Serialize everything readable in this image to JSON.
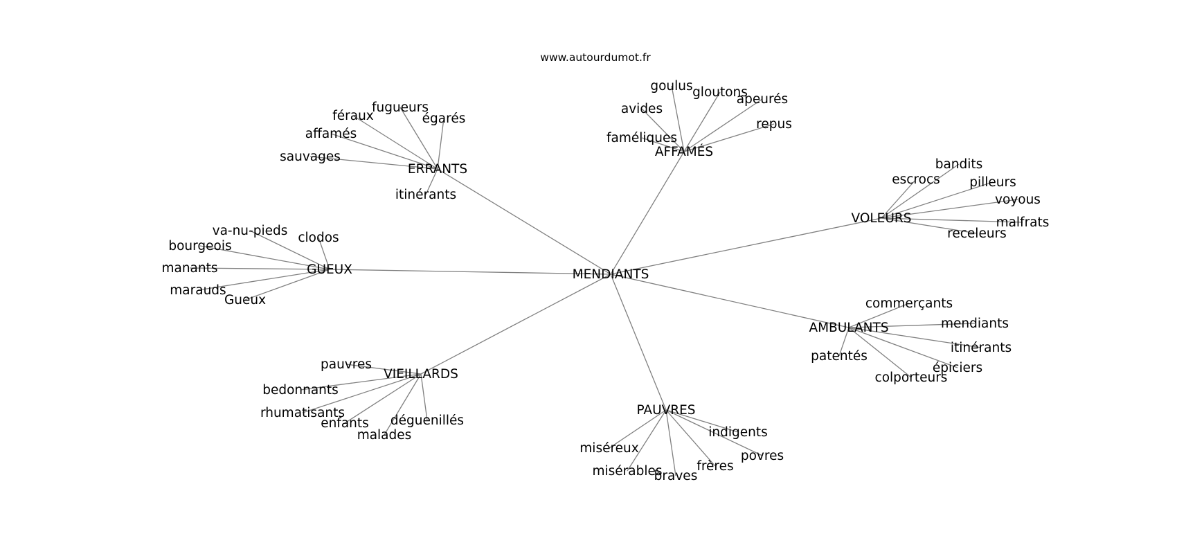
{
  "site": "www.autourdumot.fr",
  "root": "MENDIANTS",
  "groups": [
    {
      "word": "ERRANTS",
      "children": [
        "fugueurs",
        "féraux",
        "égarés",
        "affamés",
        "sauvages",
        "itinérants"
      ]
    },
    {
      "word": "AFFAMÉS",
      "children": [
        "goulus",
        "gloutons",
        "avides",
        "apeurés",
        "repus",
        "faméliques"
      ]
    },
    {
      "word": "VOLEURS",
      "children": [
        "bandits",
        "escrocs",
        "pilleurs",
        "voyous",
        "malfrats",
        "receleurs"
      ]
    },
    {
      "word": "GUEUX",
      "children": [
        "va-nu-pieds",
        "clodos",
        "bourgeois",
        "manants",
        "marauds",
        "Gueux"
      ]
    },
    {
      "word": "AMBULANTS",
      "children": [
        "commerçants",
        "mendiants",
        "itinérants",
        "patentés",
        "épiciers",
        "colporteurs"
      ]
    },
    {
      "word": "VIEILLARDS",
      "children": [
        "pauvres",
        "bedonnants",
        "rhumatisants",
        "enfants",
        "déguenillés",
        "malades"
      ]
    },
    {
      "word": "PAUVRES",
      "children": [
        "indigents",
        "miséreux",
        "povres",
        "misérables",
        "frères",
        "braves"
      ]
    }
  ]
}
